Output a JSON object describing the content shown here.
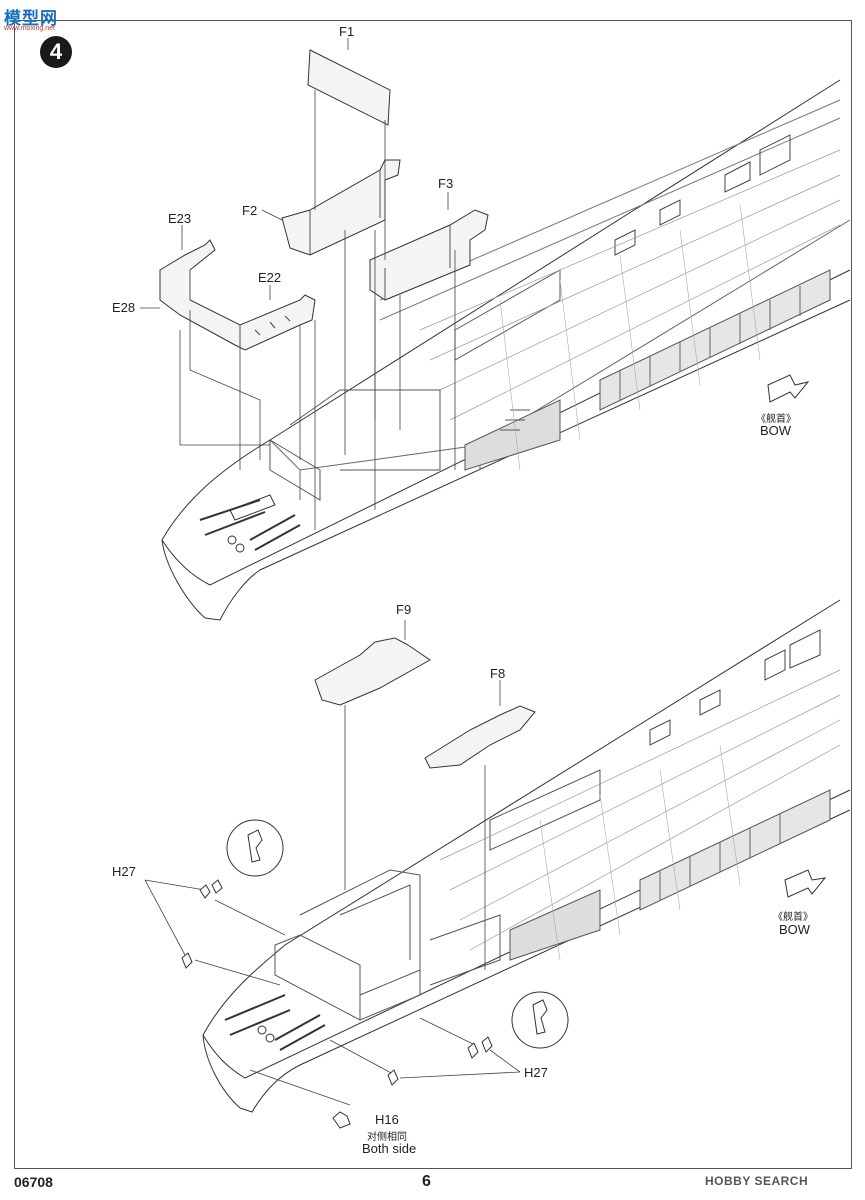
{
  "logo": {
    "main": "模型网",
    "sub": "www.moxing.net"
  },
  "step": "4",
  "labels": {
    "f1": "F1",
    "f2": "F2",
    "f3": "F3",
    "e23": "E23",
    "e22": "E22",
    "e28": "E28",
    "f9": "F9",
    "f8": "F8",
    "h27_left": "H27",
    "h27_right": "H27",
    "h16": "H16"
  },
  "bow_top": {
    "cn": "《舰首》",
    "en": "BOW"
  },
  "bow_bottom": {
    "cn": "《舰首》",
    "en": "BOW"
  },
  "both_side": {
    "cn": "对侧相同",
    "en": "Both side"
  },
  "footer": {
    "code": "06708",
    "page": "6",
    "watermark": "HOBBY SEARCH"
  }
}
